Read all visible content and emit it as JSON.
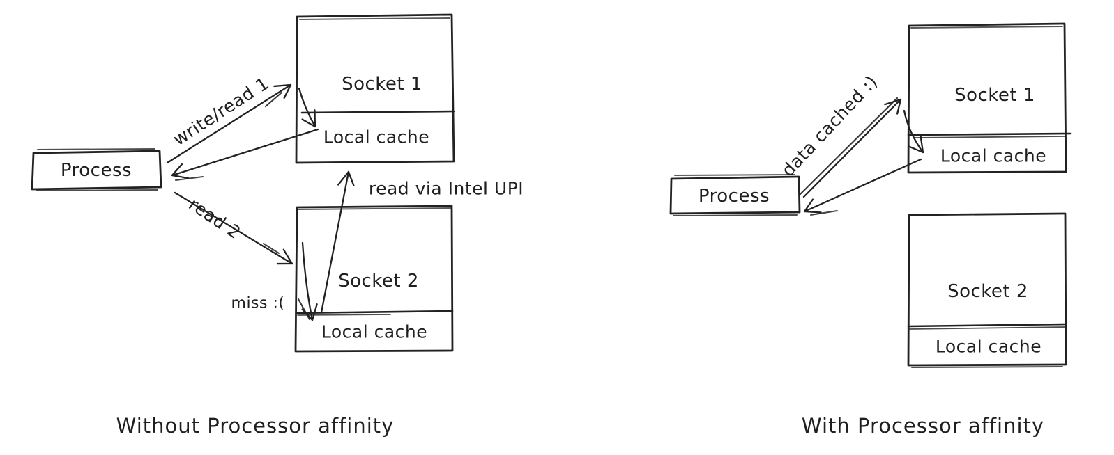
{
  "colors": {
    "ink": "#222222",
    "background": "#ffffff"
  },
  "left": {
    "caption": "Without Processor affinity",
    "process_label": "Process",
    "socket1": {
      "title": "Socket 1",
      "cache_label": "Local cache"
    },
    "socket2": {
      "title": "Socket 2",
      "cache_label": "Local cache"
    },
    "labels": {
      "write_read": "write/read 1",
      "read2": "read 2",
      "upi": "read via Intel UPI",
      "miss": "miss :("
    }
  },
  "right": {
    "caption": "With Processor affinity",
    "process_label": "Process",
    "socket1": {
      "title": "Socket 1",
      "cache_label": "Local cache"
    },
    "socket2": {
      "title": "Socket 2",
      "cache_label": "Local cache"
    },
    "labels": {
      "cached": "data cached :)"
    }
  }
}
